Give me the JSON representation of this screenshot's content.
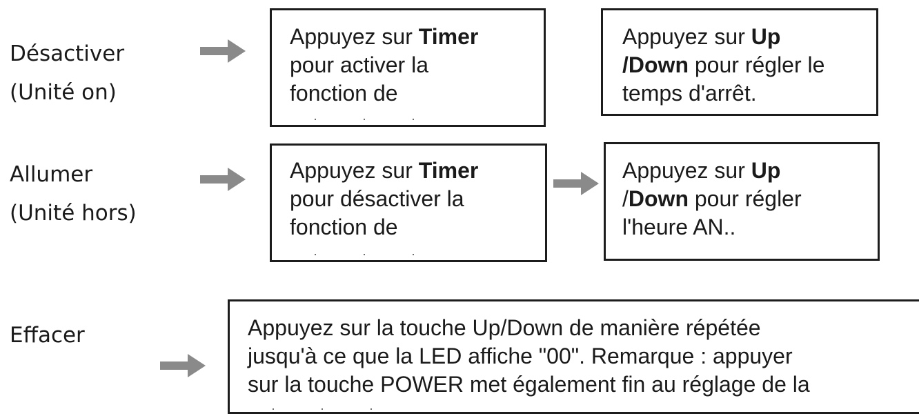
{
  "colors": {
    "arrow": "#8a8a8a",
    "border": "#1c1c1c",
    "text": "#1a1a1a"
  },
  "rows": [
    {
      "label_line1": "Désactiver",
      "label_line2": "(Unité on)",
      "box1": {
        "prefix": "Appuyez sur ",
        "bold": "Timer",
        "line2": "pour activer la",
        "line3": "fonction de"
      },
      "box2": {
        "prefix": "Appuyez sur ",
        "bold1": "Up",
        "bold2": "/Down",
        "rest2": " pour régler le",
        "line3": "temps d'arrêt."
      }
    },
    {
      "label_line1": "Allumer",
      "label_line2": "(Unité hors)",
      "box1": {
        "prefix": "Appuyez sur ",
        "bold": "Timer",
        "line2": "pour désactiver la",
        "line3": "fonction de"
      },
      "box2": {
        "prefix": "Appuyez sur ",
        "bold1": "Up",
        "pre2": "/",
        "bold2": "Down",
        "rest2": " pour régler",
        "line3": "l'heure AN.."
      }
    },
    {
      "label_line1": "Effacer",
      "box": {
        "line1": "Appuyez sur la touche Up/Down de manière répétée",
        "line2": "jusqu'à ce que la LED affiche \"00\". Remarque : appuyer",
        "line3": "sur la touche POWER met également fin au réglage de la"
      }
    }
  ]
}
